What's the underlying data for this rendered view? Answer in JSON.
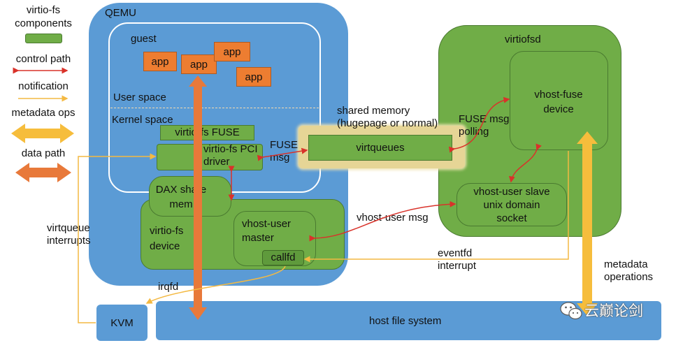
{
  "legend": {
    "components": "virtio-fs\ncomponents",
    "control_path": "control path",
    "notification": "notification",
    "metadata_ops": "metadata ops",
    "data_path": "data path"
  },
  "qemu": {
    "title": "QEMU",
    "guest": "guest",
    "apps": [
      "app",
      "app",
      "app",
      "app"
    ],
    "user_space": "User space",
    "kernel_space": "Kernel space",
    "virtio_fs_fuse": "virtio-fs FUSE",
    "virtio_fs_pci_driver": "virtio-fs PCI\ndriver",
    "dax_share_mem": "DAX share\nmem",
    "virtio_fs_device": "virtio-fs\ndevice",
    "vhost_user_master": "vhost-user\nmaster",
    "callfd": "callfd"
  },
  "shared_memory": {
    "label": "shared memory\n(hugepage or normal)",
    "virtqueues": "virtqueues"
  },
  "virtiofsd": {
    "title": "virtiofsd",
    "vhost_fuse_device": "vhost-fuse\ndevice",
    "vhost_user_slave": "vhost-user slave\nunix domain\nsocket"
  },
  "labels": {
    "fuse_msg_left": "FUSE\nmsg",
    "fuse_msg_polling": "FUSE msg\npolling",
    "vhost_user_msg": "vhost-user msg",
    "eventfd_interrupt": "eventfd\ninterrupt",
    "virtqueue_interrupts": "virtqueue\ninterrupts",
    "irqfd": "irqfd",
    "metadata_operations": "metadata\noperations"
  },
  "kvm": "KVM",
  "host_file_system": "host file system",
  "watermark": "云巅论剑",
  "colors": {
    "qemu_blue": "#5b9bd5",
    "component_green": "#70ad47",
    "app_orange": "#ed7d31",
    "control_red": "#d9322a",
    "notify_yellow": "#f4b942",
    "metadata_yellow": "#f6bd3c",
    "data_orange": "#e8793a",
    "shared_mem_tan": "#e6d596"
  },
  "icons": [
    "wechat-icon"
  ]
}
